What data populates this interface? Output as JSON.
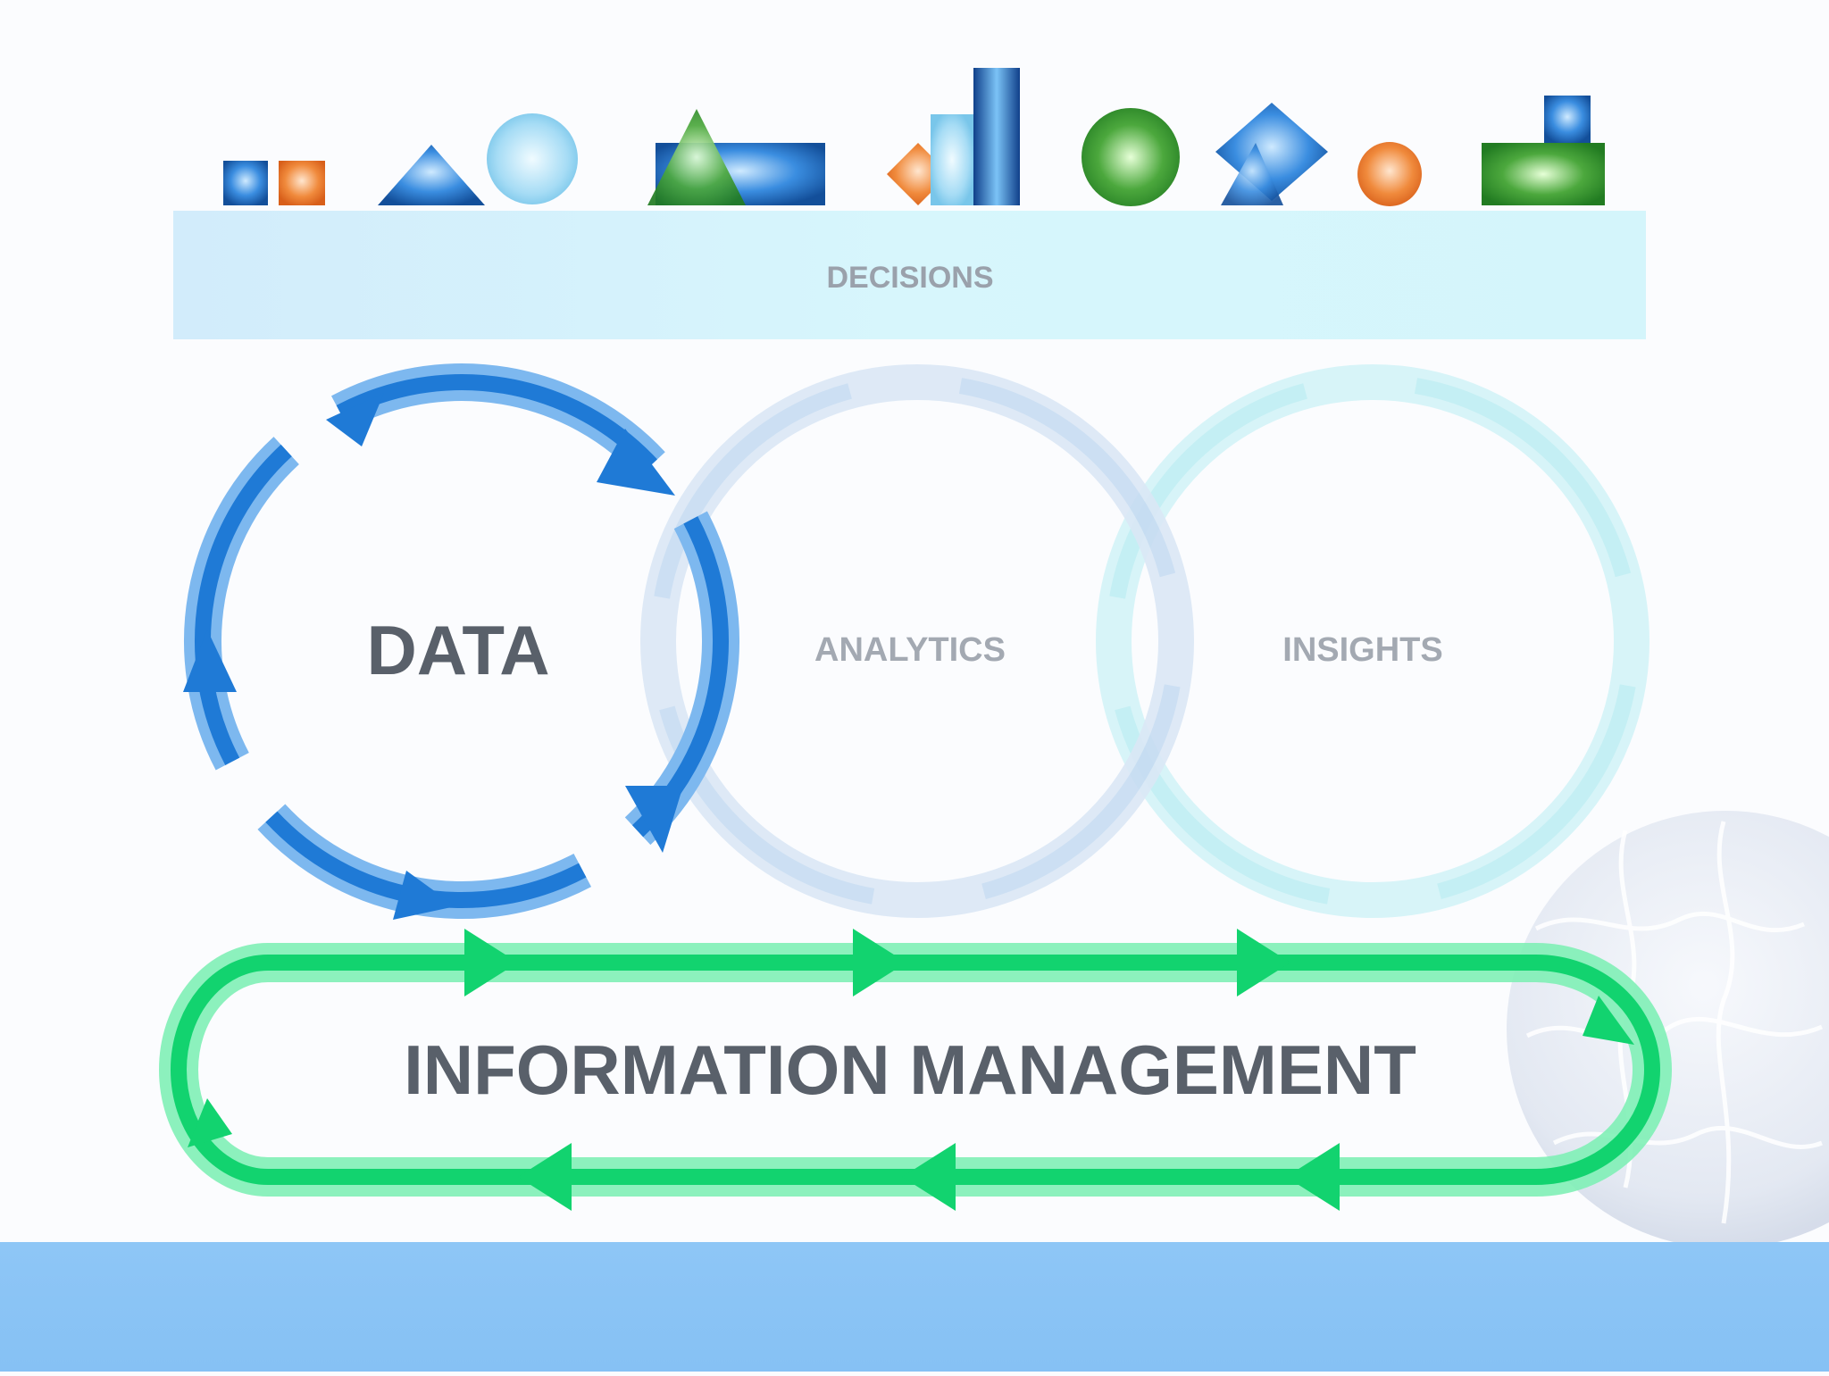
{
  "diagram": {
    "decisions_label": "DECISIONS",
    "cycles": [
      {
        "label": "DATA",
        "emphasis": "active"
      },
      {
        "label": "ANALYTICS",
        "emphasis": "faded"
      },
      {
        "label": "INSIGHTS",
        "emphasis": "faded"
      }
    ],
    "foundation_label": "INFORMATION MANAGEMENT",
    "icons": [
      "small-blue-square-icon",
      "small-orange-square-icon",
      "blue-triangle-icon",
      "light-blue-sphere-icon",
      "green-triangle-icon",
      "blue-rectangle-icon",
      "orange-diamond-icon",
      "light-blue-bar-icon",
      "tall-blue-bar-icon",
      "green-sphere-icon",
      "blue-diamond-icon",
      "orange-sphere-icon",
      "green-block-icon",
      "blue-cube-icon",
      "puzzle-globe-icon"
    ]
  },
  "colors": {
    "text_dark": "#59606a",
    "text_faded": "#9ba3ad",
    "cycle_active": "#1f7ad6",
    "cycle_faded": "#c7dcf2",
    "cycle_faint": "#c9f1f6",
    "foundation_arrows": "#10d36f",
    "decisions_band": "#cdf3fb",
    "bottom_band": "#8ec6f6"
  }
}
